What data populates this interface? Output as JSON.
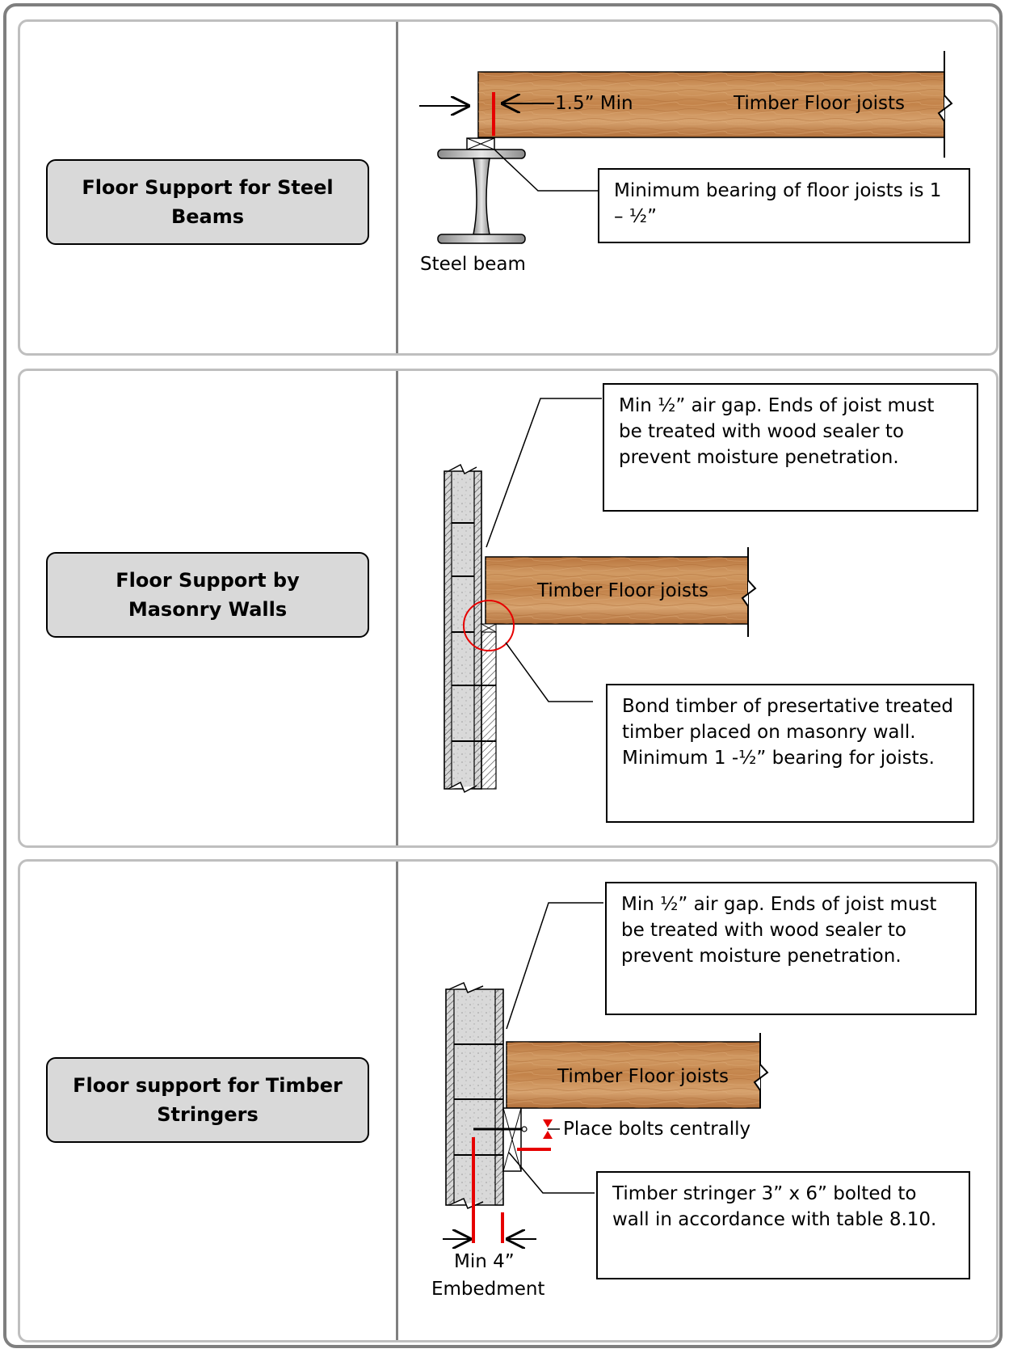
{
  "panels": [
    {
      "label": "Floor Support for Steel Beams",
      "joist_label": "Timber Floor joists",
      "dim_label": "1.5” Min",
      "beam_label": "Steel beam",
      "note": "Minimum bearing of floor joists is 1 – ½”"
    },
    {
      "label": "Floor Support by Masonry Walls",
      "joist_label": "Timber Floor joists",
      "note_top": "Min ½” air gap. Ends of joist must be treated with wood sealer to prevent moisture penetration.",
      "note_bottom": "Bond timber of presertative treated timber placed on masonry wall. Minimum 1 -½” bearing for joists."
    },
    {
      "label": "Floor support for Timber Stringers",
      "joist_label": "Timber Floor joists",
      "note_top": "Min ½” air gap. Ends of joist must be treated with wood sealer to prevent moisture penetration.",
      "bolt_label": "Place bolts centrally",
      "note_bottom": "Timber stringer 3” x 6” bolted to wall in accordance with table 8.10.",
      "embed_label_1": "Min 4”",
      "embed_label_2": "Embedment"
    }
  ],
  "colors": {
    "wood": "#c8874f",
    "highlight": "#e60000",
    "label_fill": "#d9d9d9",
    "masonry": "#d6d6d6"
  }
}
